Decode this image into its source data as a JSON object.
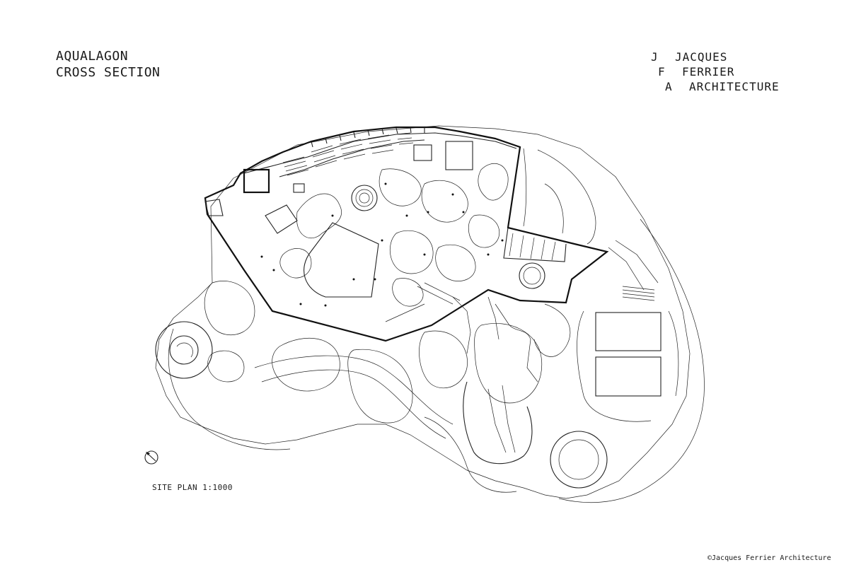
{
  "title": {
    "line1": "AQUALAGON",
    "line2": "CROSS SECTION"
  },
  "logo": {
    "lines": [
      {
        "initial": "J",
        "word": "JACQUES"
      },
      {
        "initial": "F",
        "word": "FERRIER"
      },
      {
        "initial": "A",
        "word": "ARCHITECTURE"
      }
    ]
  },
  "scale_label": "SITE PLAN 1:1000",
  "copyright": "©Jacques Ferrier Architecture",
  "icons": {
    "north_arrow": "north-arrow-icon"
  }
}
